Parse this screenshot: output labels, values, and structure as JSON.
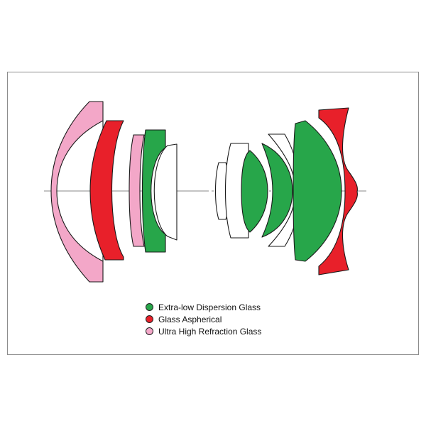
{
  "colors": {
    "extra_low_dispersion": "#27a64a",
    "aspherical": "#e8202a",
    "ultra_high_refraction": "#f3a7c8",
    "plain_glass": "#ffffff",
    "outline": "#1a1a1a",
    "axis": "#8a8a8a"
  },
  "legend": [
    {
      "label": "Extra-low Dispersion Glass",
      "color_key": "extra_low_dispersion"
    },
    {
      "label": "Glass Aspherical",
      "color_key": "aspherical"
    },
    {
      "label": "Ultra High Refraction Glass",
      "color_key": "ultra_high_refraction"
    }
  ],
  "lens_elements": [
    {
      "name": "element-1",
      "glass": "ultra_high_refraction"
    },
    {
      "name": "element-2",
      "glass": "aspherical"
    },
    {
      "name": "element-3",
      "glass": "ultra_high_refraction"
    },
    {
      "name": "element-4",
      "glass": "extra_low_dispersion"
    },
    {
      "name": "element-5",
      "glass": "plain_glass"
    },
    {
      "name": "element-6",
      "glass": "plain_glass"
    },
    {
      "name": "element-7",
      "glass": "plain_glass"
    },
    {
      "name": "element-8",
      "glass": "extra_low_dispersion"
    },
    {
      "name": "element-9",
      "glass": "extra_low_dispersion"
    },
    {
      "name": "element-10",
      "glass": "plain_glass"
    },
    {
      "name": "element-11",
      "glass": "extra_low_dispersion"
    },
    {
      "name": "element-12",
      "glass": "aspherical"
    }
  ]
}
